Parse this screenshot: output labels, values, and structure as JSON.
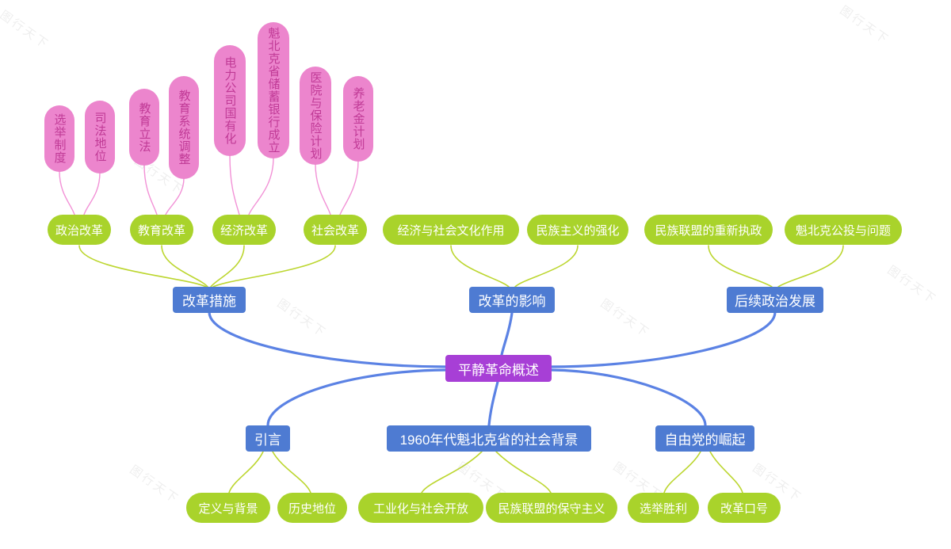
{
  "app": {
    "description": "mind map about the Quiet Revolution"
  },
  "watermark": {
    "text": "图行天下"
  },
  "colors": {
    "root_fill": "#a73fd6",
    "branch_fill": "#4e7bd2",
    "child_fill": "#a9d32b",
    "leaf_fill": "#ec85cd",
    "leaf_text": "#c03a96",
    "node_text": "#ffffff",
    "link_main": "#5b82e4",
    "link_child": "#bcd62f",
    "link_leaf": "#f291d6"
  },
  "mindmap": {
    "root": {
      "label": "平静革命概述"
    },
    "top": [
      {
        "label": "改革措施",
        "children": [
          {
            "label": "政治改革",
            "leaves": [
              {
                "label": "选举制度"
              },
              {
                "label": "司法地位"
              }
            ]
          },
          {
            "label": "教育改革",
            "leaves": [
              {
                "label": "教育立法"
              },
              {
                "label": "教育系统调整"
              }
            ]
          },
          {
            "label": "经济改革",
            "leaves": [
              {
                "label": "电力公司国有化"
              },
              {
                "label": "魁北克省储蓄银行成立"
              }
            ]
          },
          {
            "label": "社会改革",
            "leaves": [
              {
                "label": "医院与保险计划"
              },
              {
                "label": "养老金计划"
              }
            ]
          }
        ]
      },
      {
        "label": "改革的影响",
        "children": [
          {
            "label": "经济与社会文化作用",
            "leaves": []
          },
          {
            "label": "民族主义的强化",
            "leaves": []
          }
        ]
      },
      {
        "label": "后续政治发展",
        "children": [
          {
            "label": "民族联盟的重新执政",
            "leaves": []
          },
          {
            "label": "魁北克公投与问题",
            "leaves": []
          }
        ]
      }
    ],
    "bottom": [
      {
        "label": "引言",
        "children": [
          {
            "label": "定义与背景",
            "leaves": []
          },
          {
            "label": "历史地位",
            "leaves": []
          }
        ]
      },
      {
        "label": "1960年代魁北克省的社会背景",
        "children": [
          {
            "label": "工业化与社会开放",
            "leaves": []
          },
          {
            "label": "民族联盟的保守主义",
            "leaves": []
          }
        ]
      },
      {
        "label": "自由党的崛起",
        "children": [
          {
            "label": "选举胜利",
            "leaves": []
          },
          {
            "label": "改革口号",
            "leaves": []
          }
        ]
      }
    ]
  }
}
